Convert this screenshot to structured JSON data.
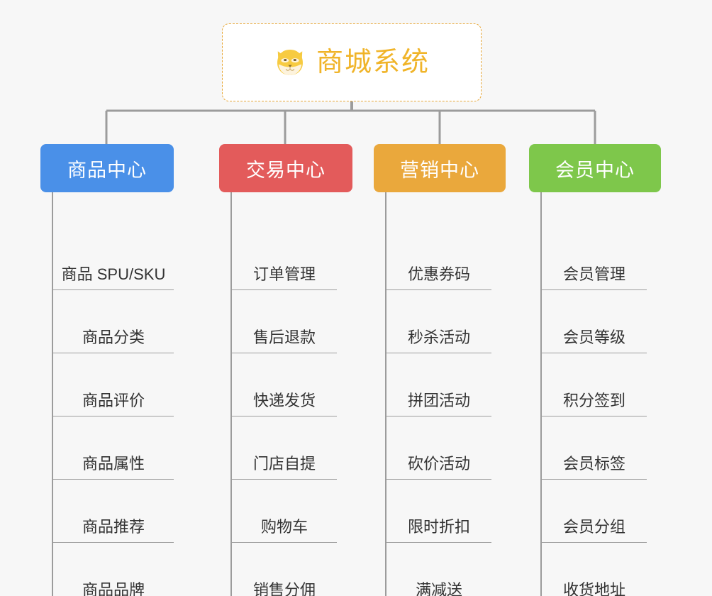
{
  "root": {
    "title": "商城系统",
    "icon": "shiba-dog-face-icon",
    "border_color": "#e8a838",
    "text_color": "#f0b429"
  },
  "canvas": {
    "background_color": "#f7f7f7",
    "connector_color": "#9c9c9c"
  },
  "categories": [
    {
      "label": "商品中心",
      "color": "#4a90e8",
      "items": [
        {
          "label": "商品 SPU/SKU"
        },
        {
          "label": "商品分类"
        },
        {
          "label": "商品评价"
        },
        {
          "label": "商品属性"
        },
        {
          "label": "商品推荐"
        },
        {
          "label": "商品品牌"
        }
      ]
    },
    {
      "label": "交易中心",
      "color": "#e35b5b",
      "items": [
        {
          "label": "订单管理"
        },
        {
          "label": "售后退款"
        },
        {
          "label": "快递发货"
        },
        {
          "label": "门店自提"
        },
        {
          "label": "购物车"
        },
        {
          "label": "销售分佣"
        }
      ]
    },
    {
      "label": "营销中心",
      "color": "#eaa83c",
      "items": [
        {
          "label": "优惠券码"
        },
        {
          "label": "秒杀活动"
        },
        {
          "label": "拼团活动"
        },
        {
          "label": "砍价活动"
        },
        {
          "label": "限时折扣"
        },
        {
          "label": "满减送"
        }
      ]
    },
    {
      "label": "会员中心",
      "color": "#7ec74b",
      "items": [
        {
          "label": "会员管理"
        },
        {
          "label": "会员等级"
        },
        {
          "label": "积分签到"
        },
        {
          "label": "会员标签"
        },
        {
          "label": "会员分组"
        },
        {
          "label": "收货地址"
        }
      ]
    }
  ]
}
